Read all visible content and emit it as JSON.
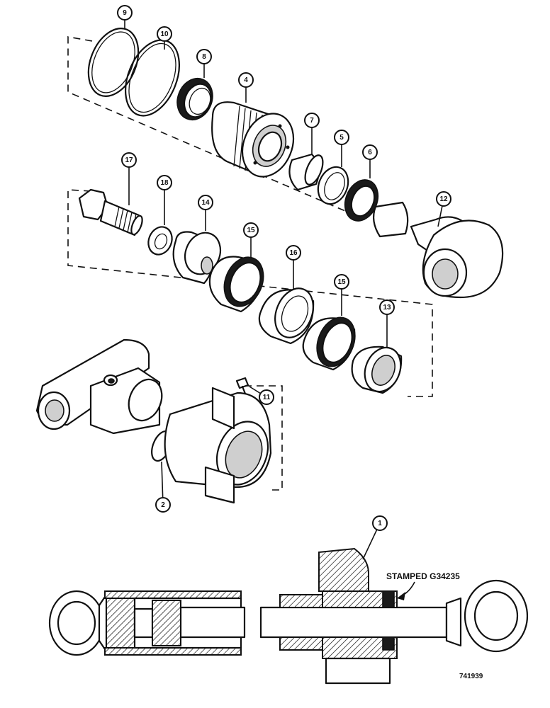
{
  "callouts": [
    {
      "key": "c9",
      "label": "9"
    },
    {
      "key": "c10",
      "label": "10"
    },
    {
      "key": "c8",
      "label": "8"
    },
    {
      "key": "c4",
      "label": "4"
    },
    {
      "key": "c7",
      "label": "7"
    },
    {
      "key": "c5",
      "label": "5"
    },
    {
      "key": "c6",
      "label": "6"
    },
    {
      "key": "c12",
      "label": "12"
    },
    {
      "key": "c17",
      "label": "17"
    },
    {
      "key": "c18",
      "label": "18"
    },
    {
      "key": "c14",
      "label": "14"
    },
    {
      "key": "c15a",
      "label": "15"
    },
    {
      "key": "c16",
      "label": "16"
    },
    {
      "key": "c15b",
      "label": "15"
    },
    {
      "key": "c13",
      "label": "13"
    },
    {
      "key": "c11",
      "label": "11"
    },
    {
      "key": "c2",
      "label": "2"
    },
    {
      "key": "c1",
      "label": "1"
    }
  ],
  "annotations": {
    "stamped": "STAMPED G34235",
    "figure_number": "741939"
  }
}
